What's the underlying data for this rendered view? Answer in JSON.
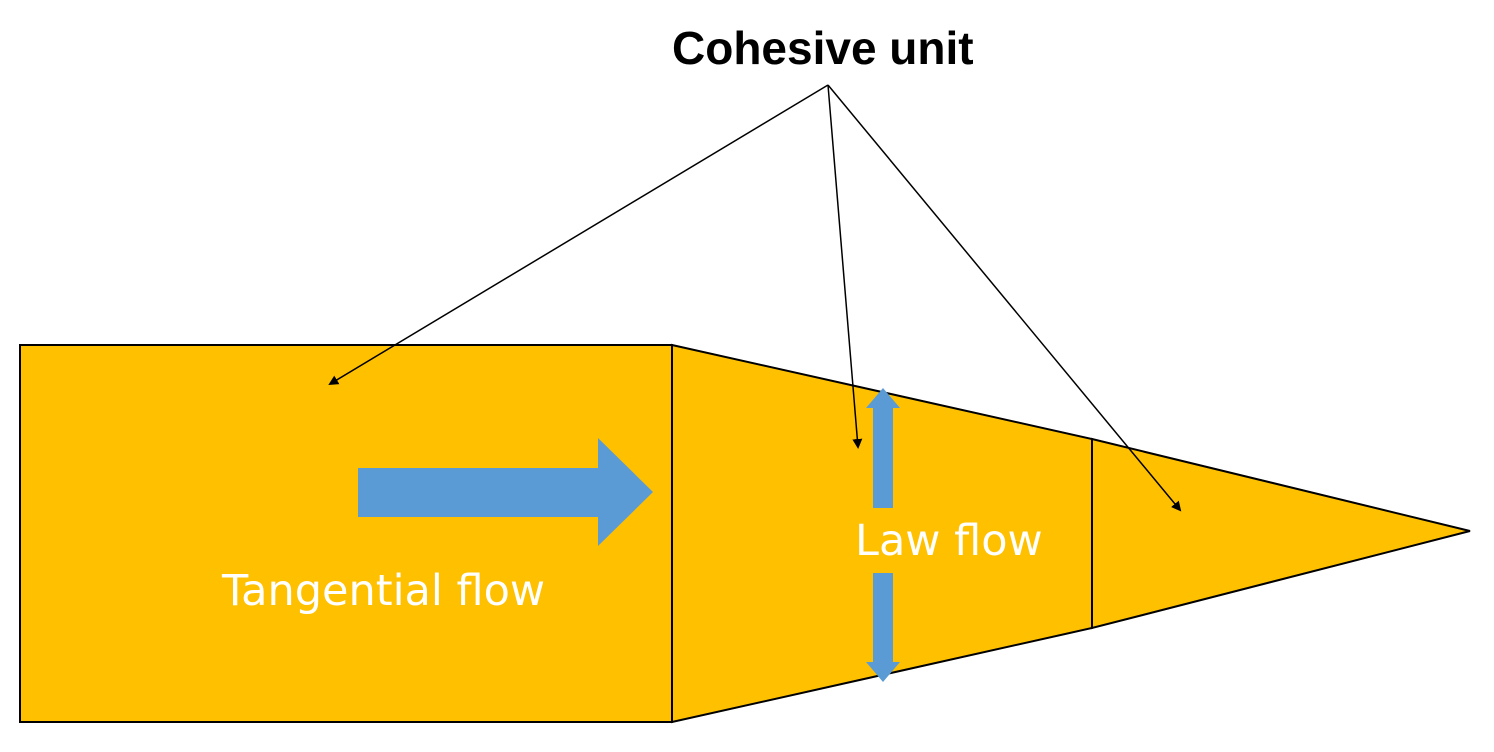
{
  "title": "Cohesive unit",
  "labels": {
    "tangential_flow": "Tangential flow",
    "law_flow": "Law flow"
  },
  "colors": {
    "unit_fill": "#FFC000",
    "arrow_fill": "#5B9BD5",
    "outline": "#000000",
    "label_text": "#FFFFFF"
  }
}
